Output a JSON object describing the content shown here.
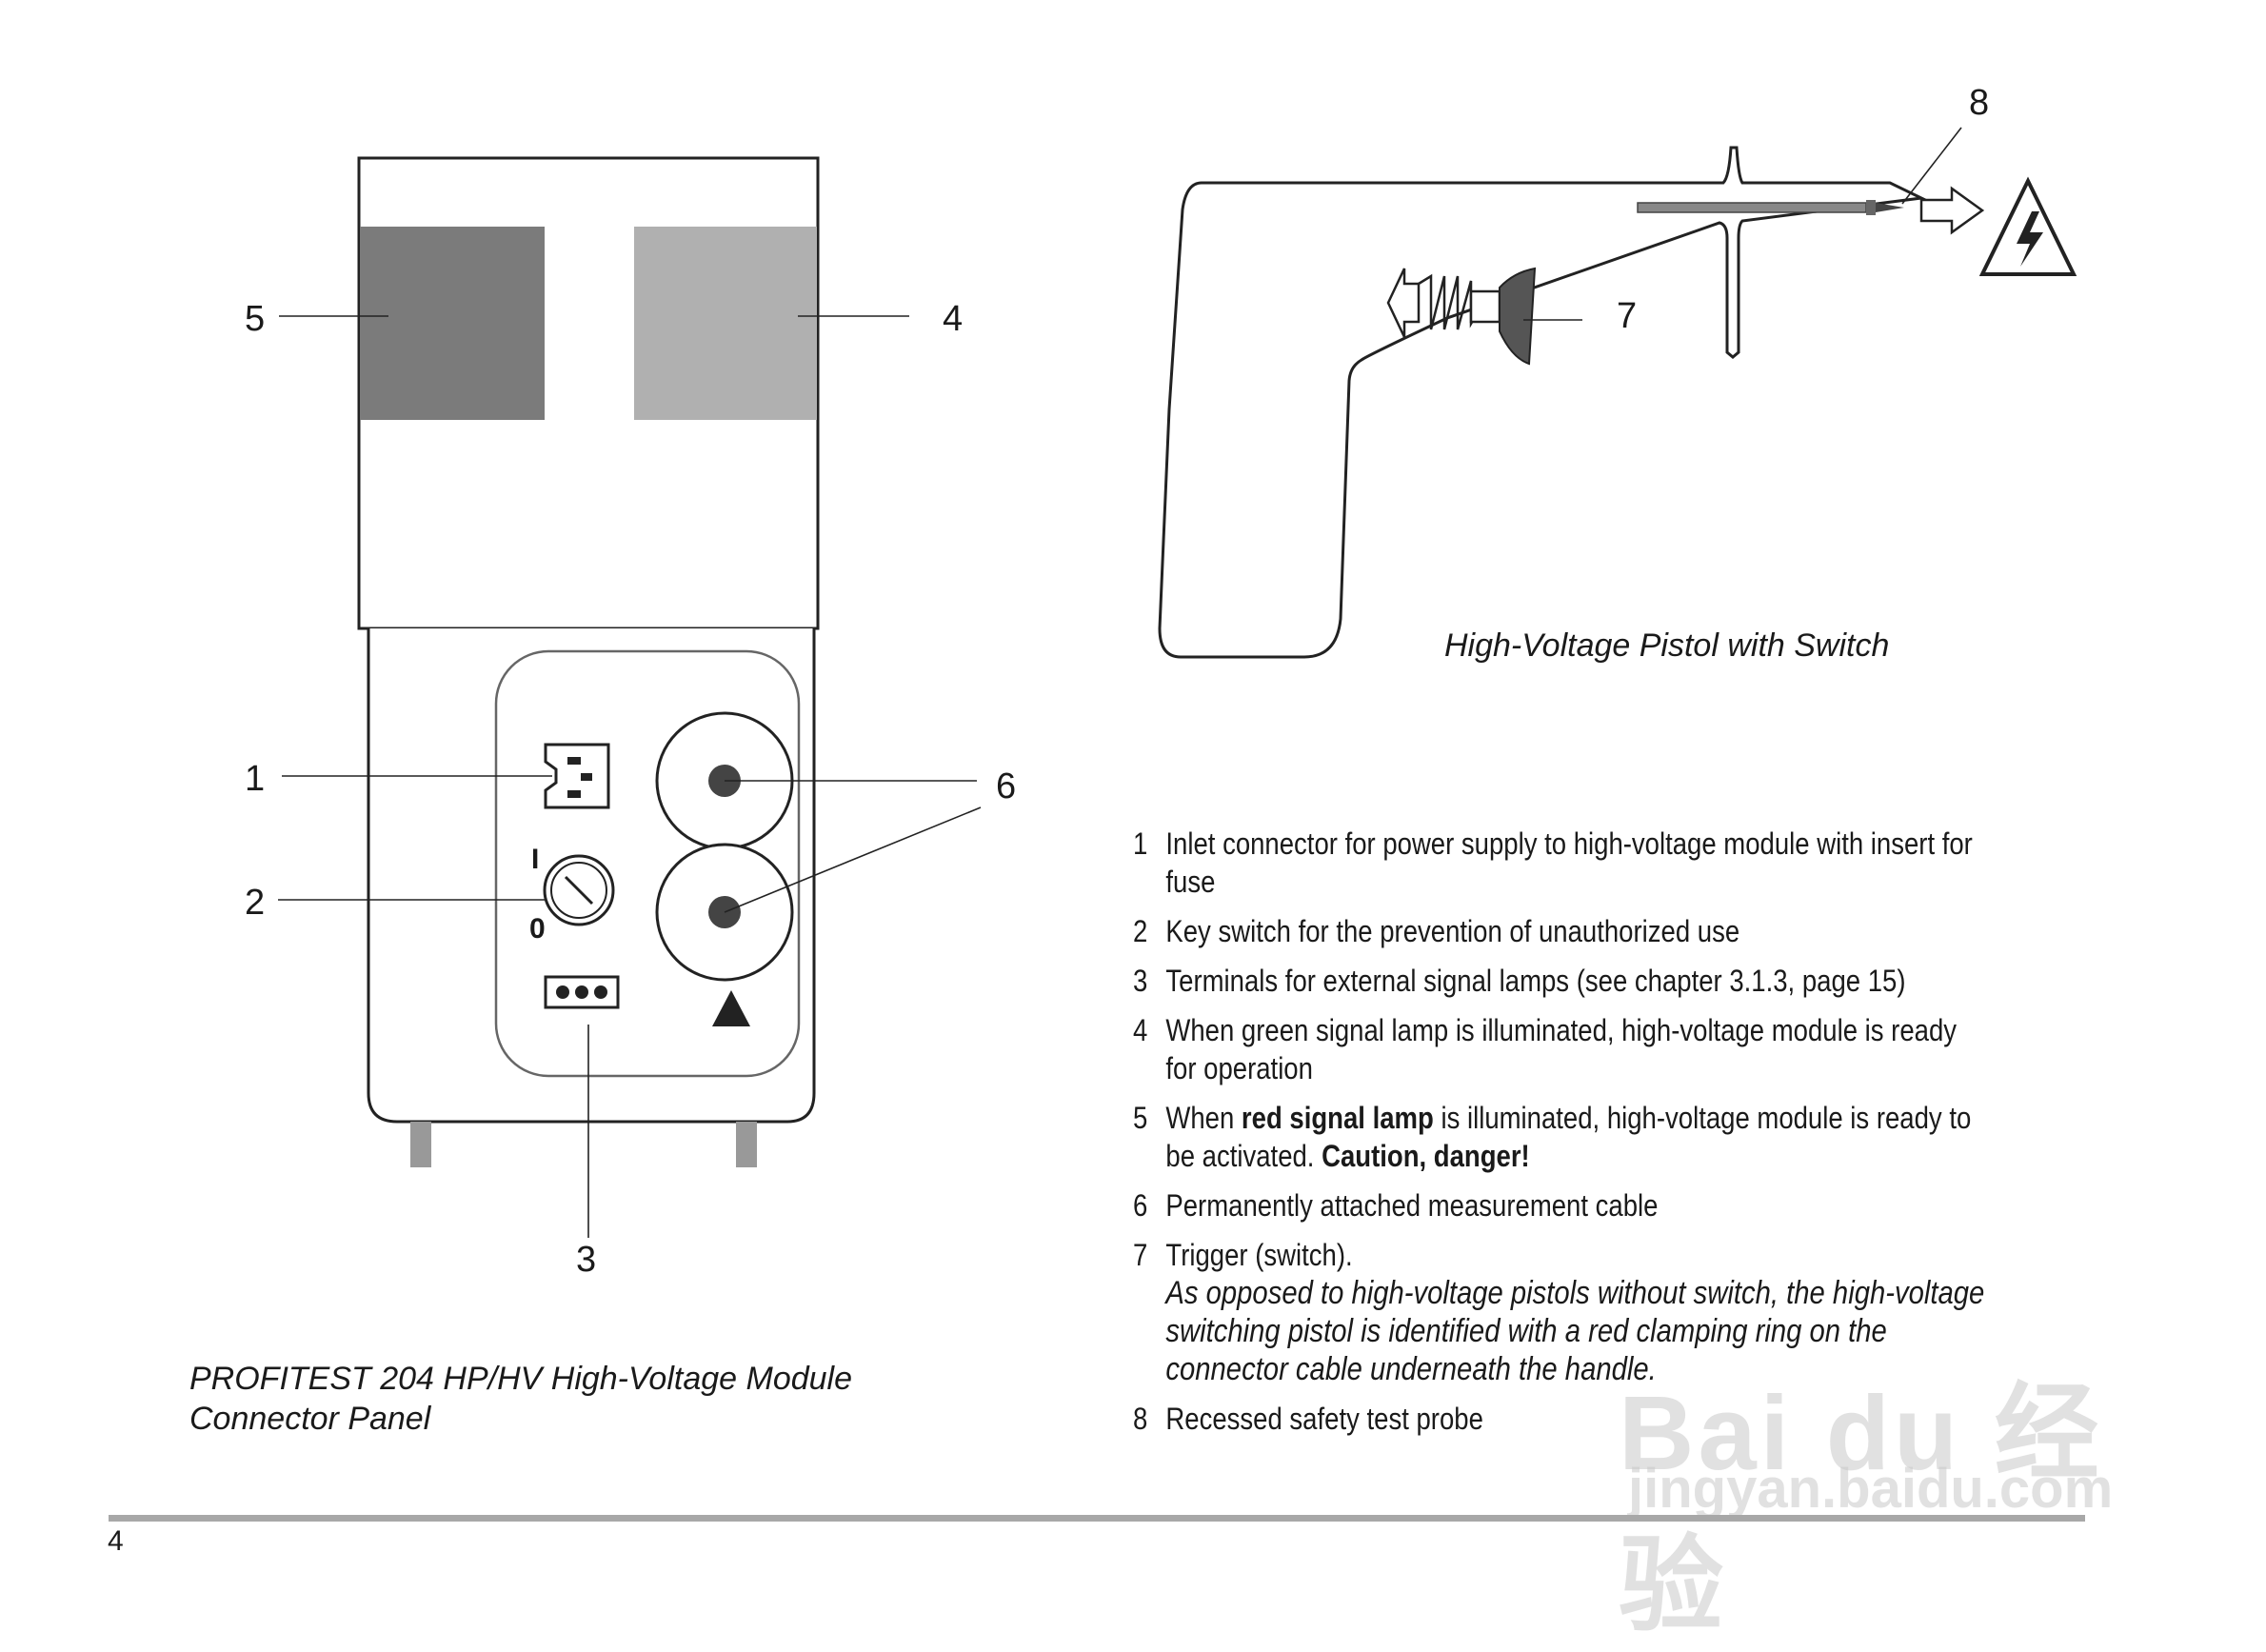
{
  "left_figure": {
    "callouts": [
      "1",
      "2",
      "3",
      "4",
      "5",
      "6"
    ],
    "key_switch": {
      "on_label": "I",
      "off_label": "0"
    },
    "caption": [
      "PROFITEST 204 HP/HV High-Voltage Module",
      "Connector Panel"
    ],
    "colors": {
      "red_lamp": "#7b7b7b",
      "green_lamp": "#b0b0b0"
    }
  },
  "right_figure": {
    "callouts": [
      "7",
      "8"
    ],
    "caption": "High-Voltage Pistol with Switch"
  },
  "legend": {
    "items": [
      {
        "num": "1",
        "text": "Inlet connector for power supply to high-voltage module with insert for fuse"
      },
      {
        "num": "2",
        "text": "Key switch for the prevention of unauthorized use"
      },
      {
        "num": "3",
        "text": "Terminals for external signal lamps (see chapter 3.1.3, page 15)"
      },
      {
        "num": "4",
        "text": "When green signal lamp is illuminated, high-voltage module is ready for operation"
      },
      {
        "num": "5",
        "text_a": "When ",
        "bold_a": "red signal lamp",
        "text_b": " is illuminated, high-voltage module is ready to be activated. ",
        "bold_b": "Caution, danger!"
      },
      {
        "num": "6",
        "text": "Permanently attached measurement cable"
      },
      {
        "num": "7",
        "text": "Trigger (switch).",
        "note": "As opposed to high-voltage pistols without switch, the high-voltage switching pistol is identified with a red clamping ring on the connector cable underneath the handle."
      },
      {
        "num": "8",
        "text": "Recessed safety test probe"
      }
    ]
  },
  "footer": {
    "page_number": "4"
  },
  "watermark": {
    "main": "Bai du 经验",
    "sub": "jingyan.baidu.com"
  }
}
